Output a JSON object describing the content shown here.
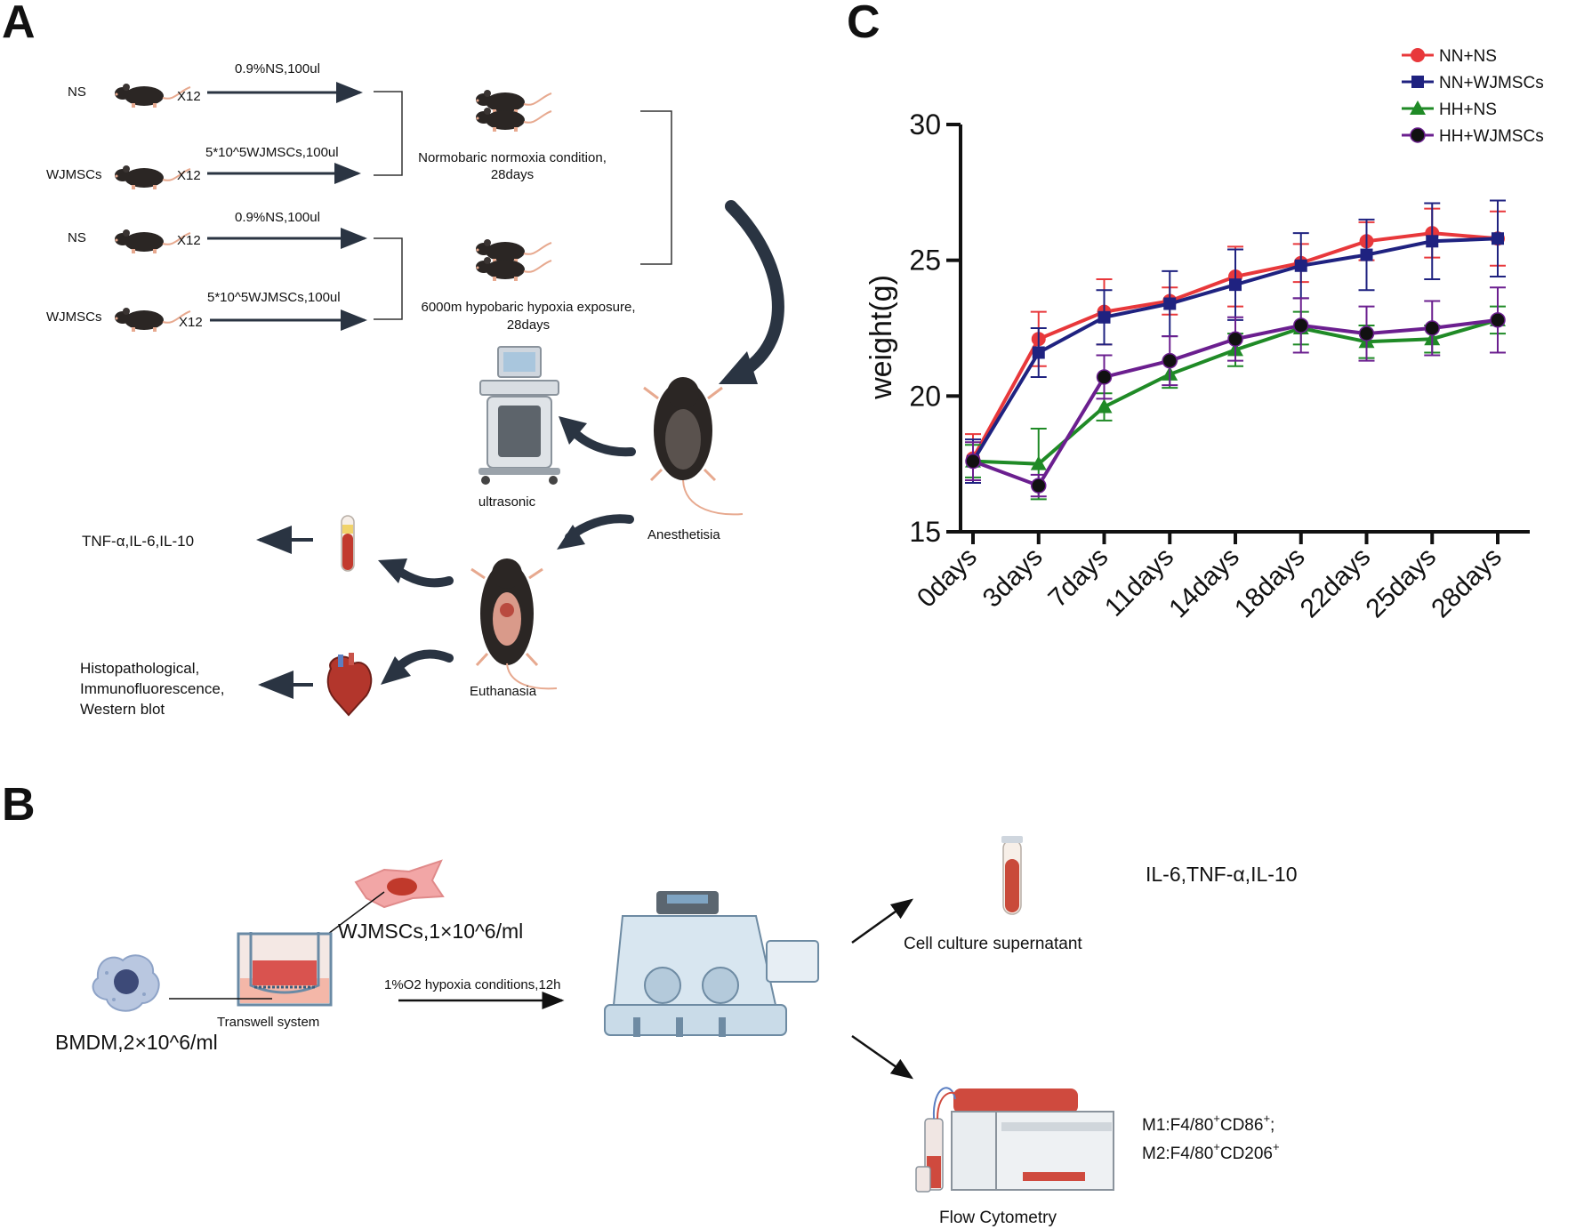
{
  "panels": {
    "a": {
      "letter": "A",
      "groups": [
        {
          "label": "NS",
          "count": "X12",
          "treatment": "0.9%NS,100ul"
        },
        {
          "label": "WJMSCs",
          "count": "X12",
          "treatment": "5*10^5WJMSCs,100ul"
        },
        {
          "label": "NS",
          "count": "X12",
          "treatment": "0.9%NS,100ul"
        },
        {
          "label": "WJMSCs",
          "count": "X12",
          "treatment": "5*10^5WJMSCs,100ul"
        }
      ],
      "conditions": {
        "normoxia_line1": "Normobaric normoxia condition,",
        "normoxia_line2": "28days",
        "hypoxia_line1": "6000m hypobaric hypoxia exposure,",
        "hypoxia_line2": "28days"
      },
      "procedures": {
        "ultrasonic": "ultrasonic",
        "anesthetisia": "Anesthetisia",
        "euthanasia": "Euthanasia"
      },
      "outputs": {
        "cytokines": "TNF-α,IL-6,IL-10",
        "analysis_line1": "Histopathological,",
        "analysis_line2": "Immunofluorescence,",
        "analysis_line3": "Western blot"
      }
    },
    "b": {
      "letter": "B",
      "wjmscs": "WJMSCs,1×10^6/ml",
      "transwell": "Transwell system",
      "bmdm": "BMDM,2×10^6/ml",
      "hypoxia": "1%O2 hypoxia conditions,12h",
      "supernatant": "Cell culture supernatant",
      "cytokines": "IL-6,TNF-α,IL-10",
      "flow": "Flow Cytometry",
      "m1_prefix": "M1:F4/80",
      "m1_sup1": "+",
      "m1_mid": "CD86",
      "m1_sup2": "+",
      "m1_suffix": ";",
      "m2_prefix": "M2:F4/80",
      "m2_sup1": "+",
      "m2_mid": "CD206",
      "m2_sup2": "+"
    },
    "c": {
      "letter": "C"
    }
  },
  "chart_data": {
    "type": "line",
    "title": "",
    "xlabel": "",
    "ylabel": "weight(g)",
    "ylim": [
      15,
      30
    ],
    "yticks": [
      15,
      20,
      25,
      30
    ],
    "categories": [
      "0days",
      "3days",
      "7days",
      "11days",
      "14days",
      "18days",
      "22days",
      "25days",
      "28days"
    ],
    "legend_position": "top-right",
    "series": [
      {
        "name": "NN+NS",
        "color": "#e8383b",
        "marker": "circle",
        "values": [
          17.7,
          22.1,
          23.1,
          23.5,
          24.4,
          24.9,
          25.7,
          26.0,
          25.8
        ],
        "errors": [
          0.9,
          1.0,
          1.2,
          0.5,
          1.1,
          0.7,
          0.7,
          0.9,
          1.0
        ]
      },
      {
        "name": "NN+WJMSCs",
        "color": "#1f2280",
        "marker": "square",
        "values": [
          17.6,
          21.6,
          22.9,
          23.4,
          24.1,
          24.8,
          25.2,
          25.7,
          25.8
        ],
        "errors": [
          0.8,
          0.9,
          1.0,
          1.2,
          1.3,
          1.2,
          1.3,
          1.4,
          1.4
        ]
      },
      {
        "name": "HH+NS",
        "color": "#1f8a26",
        "marker": "triangle",
        "values": [
          17.6,
          17.5,
          19.6,
          20.8,
          21.7,
          22.5,
          22.0,
          22.1,
          22.8
        ],
        "errors": [
          0.6,
          1.3,
          0.5,
          0.5,
          0.6,
          0.6,
          0.6,
          0.5,
          0.5
        ]
      },
      {
        "name": "HH+WJMSCs",
        "color": "#6b1f8f",
        "marker": "circle-black",
        "values": [
          17.6,
          16.7,
          20.7,
          21.3,
          22.1,
          22.6,
          22.3,
          22.5,
          22.8
        ],
        "errors": [
          0.7,
          0.4,
          0.8,
          0.9,
          0.8,
          1.0,
          1.0,
          1.0,
          1.2
        ]
      }
    ]
  },
  "colors": {
    "mouse": "#2b2624",
    "mouse_tail": "#e7a98f",
    "dark_arrow": "#2a3442",
    "tube_red": "#c23a2e",
    "cell_pink": "#f2a6a6",
    "bmdm_blue": "#8ea3c7",
    "chamber_blue": "#c9dbe8"
  },
  "icons": [
    "mouse-icon",
    "ultrasound-machine-icon",
    "blood-tube-icon",
    "heart-icon",
    "stem-cell-icon",
    "macrophage-icon",
    "transwell-icon",
    "hypoxia-chamber-icon",
    "flow-cytometer-icon"
  ]
}
